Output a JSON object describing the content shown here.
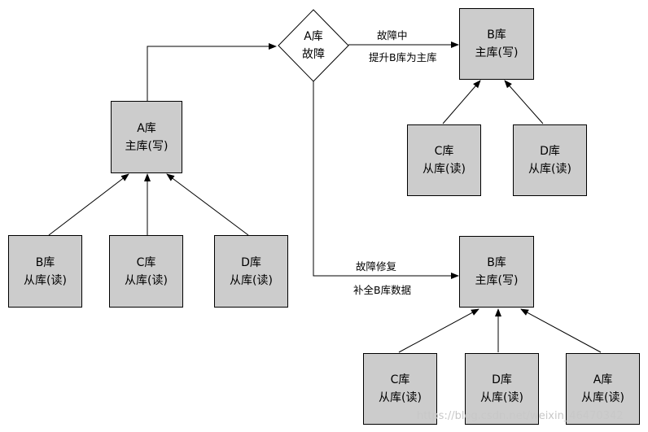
{
  "nodes": {
    "a_master": {
      "line1": "A库",
      "line2": "主库(写)"
    },
    "a_b_slave": {
      "line1": "B库",
      "line2": "从库(读)"
    },
    "a_c_slave": {
      "line1": "C库",
      "line2": "从库(读)"
    },
    "a_d_slave": {
      "line1": "D库",
      "line2": "从库(读)"
    },
    "fault": {
      "line1": "A库",
      "line2": "故障"
    },
    "b_master_top": {
      "line1": "B库",
      "line2": "主库(写)"
    },
    "top_c_slave": {
      "line1": "C库",
      "line2": "从库(读)"
    },
    "top_d_slave": {
      "line1": "D库",
      "line2": "从库(读)"
    },
    "b_master_bottom": {
      "line1": "B库",
      "line2": "主库(写)"
    },
    "bot_c_slave": {
      "line1": "C库",
      "line2": "从库(读)"
    },
    "bot_d_slave": {
      "line1": "D库",
      "line2": "从库(读)"
    },
    "bot_a_slave": {
      "line1": "A库",
      "line2": "从库(读)"
    }
  },
  "edge_labels": {
    "top_1": "故障中",
    "top_2": "提升B库为主库",
    "bottom_1": "故障修复",
    "bottom_2": "补全B库数据"
  },
  "watermark": "https://blog.csdn.net/weixin_46470342"
}
